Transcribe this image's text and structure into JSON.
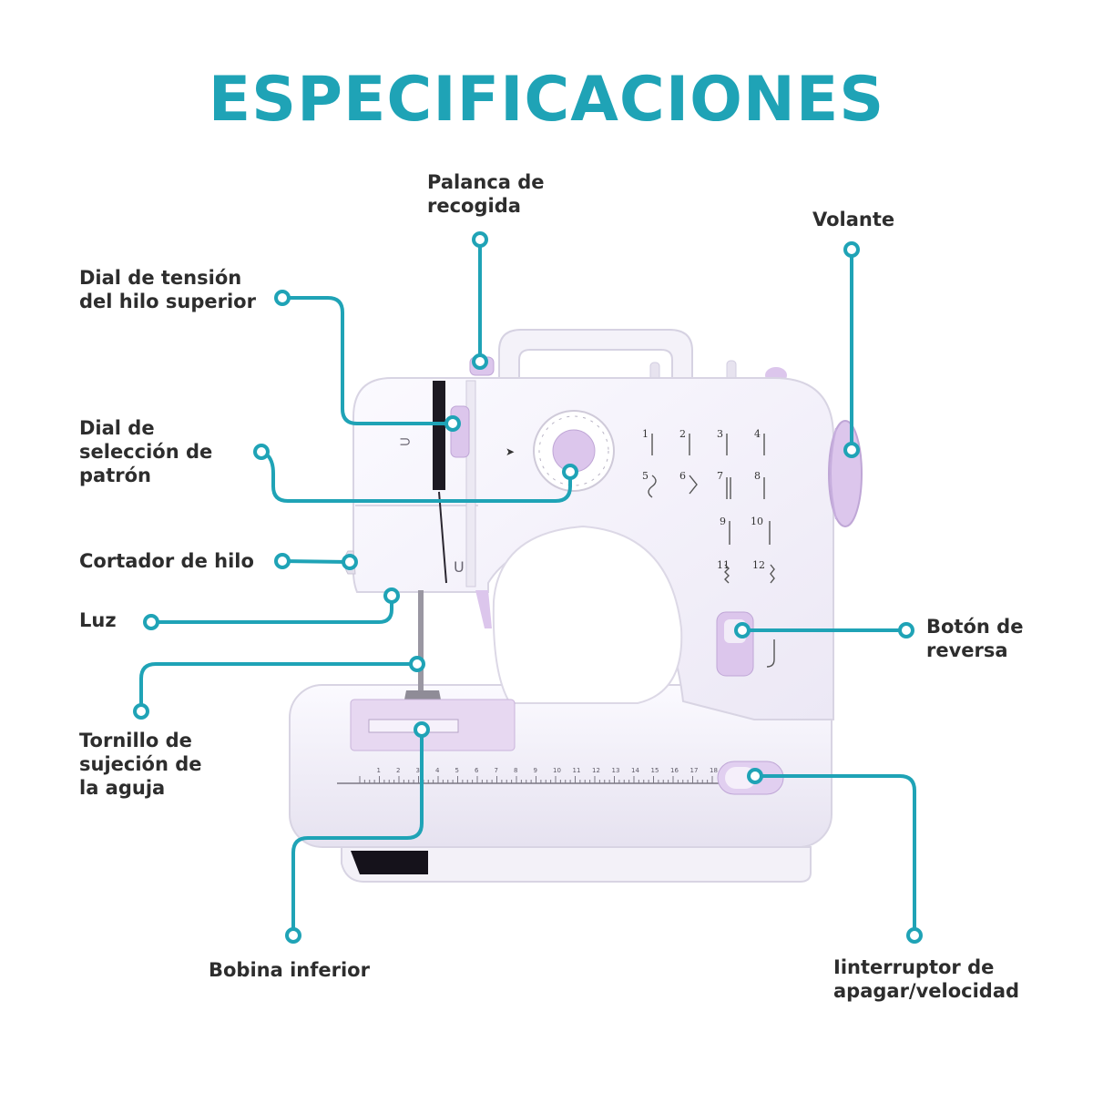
{
  "page": {
    "title": "ESPECIFICACIONES"
  },
  "labels": {
    "palanca": "Palanca de\nrecogida",
    "volante": "Volante",
    "tension": "Dial de tensión\ndel hilo superior",
    "patron": "Dial de\nselección de\npatrón",
    "cortador": "Cortador de hilo",
    "luz": "Luz",
    "reversa": "Botón de\nreversa",
    "tornillo": "Tornillo de\nsujeción de\nla aguja",
    "bobina": "Bobina inferior",
    "interruptor": "Iinterruptor de\napagar/velocidad"
  },
  "machine": {
    "pattern_numbers": [
      "1",
      "2",
      "3",
      "4",
      "5",
      "6",
      "7",
      "8",
      "9",
      "10",
      "11",
      "12"
    ],
    "ruler_numbers": [
      "1",
      "2",
      "3",
      "4",
      "5",
      "6",
      "7",
      "8",
      "9",
      "10",
      "11",
      "12",
      "13",
      "14",
      "15",
      "16",
      "17",
      "18"
    ]
  },
  "colors": {
    "accent": "#1fa3b6",
    "text": "#2d2d2d",
    "machine_body": "#f6f4fb",
    "machine_lilac": "#dcc6ec"
  }
}
